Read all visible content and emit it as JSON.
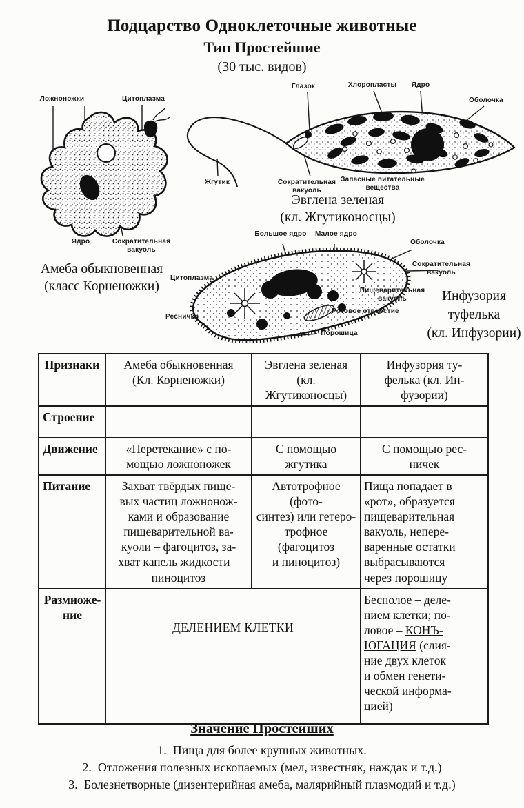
{
  "header": {
    "title": "Подцарство Одноклеточные животные",
    "subtitle": "Тип Простейшие",
    "species_count": "(30 тыс. видов)"
  },
  "diagrams": {
    "amoeba": {
      "labels": {
        "pseudopodia": "Ложноножки",
        "cytoplasm": "Цитоплазма",
        "nucleus": "Ядро",
        "contractile_vacuole": [
          "Сократительная",
          "вакуоль"
        ]
      },
      "caption": [
        "Амеба обыкновенная",
        "(класс Корненожки)"
      ]
    },
    "euglena": {
      "labels": {
        "eyespot": "Глазок",
        "chloroplasts": "Хлоропласты",
        "nucleus": "Ядро",
        "membrane": "Оболочка",
        "flagellum": "Жгутик",
        "contractile_vacuole": [
          "Сократительная",
          "вакуоль"
        ],
        "reserve_nutrients": [
          "Запасные питательные",
          "вещества"
        ]
      },
      "caption": [
        "Эвглена зеленая",
        "(кл. Жгутиконосцы)"
      ]
    },
    "paramecium": {
      "labels": {
        "macronucleus": "Большое ядро",
        "micronucleus": "Малое ядро",
        "membrane": "Оболочка",
        "contractile_vacuole": [
          "Сократительная",
          "вакуоль"
        ],
        "digestive_vacuole": [
          "Пищеварительная",
          "вакуоль"
        ],
        "mouth": "Ротовое отверстие",
        "anal_pore": "Порошица",
        "cytoplasm": "Цитоплазма",
        "cilia": "Реснички"
      },
      "caption": [
        "Инфузория",
        "туфелька",
        "(кл. Инфузории)"
      ]
    }
  },
  "table": {
    "col_headers": {
      "traits": "Признаки",
      "amoeba": [
        "Амеба обыкновенная",
        "(Кл. Корненожки)"
      ],
      "euglena": [
        "Эвглена зеленая (кл.",
        "Жгутиконосцы)"
      ],
      "infusoria": [
        "Инфузория ту-",
        "фелька (кл. Ин-",
        "фузории)"
      ]
    },
    "rows": {
      "structure": {
        "label": "Строение",
        "amoeba": "",
        "euglena": "",
        "infusoria": ""
      },
      "movement": {
        "label": "Движение",
        "amoeba": [
          "«Перетекание» с по-",
          "мощью ложноножек"
        ],
        "euglena": "С помощью жгутика",
        "infusoria": [
          "С помощью рес-",
          "ничек"
        ]
      },
      "nutrition": {
        "label": "Питание",
        "amoeba": [
          "Захват твёрдых пище-",
          "вых частиц ложнонож-",
          "ками и образование",
          "пищеварительной ва-",
          "куоли – фагоцитоз, за-",
          "хват капель жидкости –",
          "пиноцитоз"
        ],
        "euglena": [
          "Автотрофное (фото-",
          "синтез) или гетеро-",
          "трофное (фагоцитоз",
          "и пиноцитоз)"
        ],
        "infusoria": [
          "Пища попадает в",
          "«рот», образуется",
          "пищеварительная",
          "вакуоль, непере-",
          "варенные остатки",
          "выбрасываются",
          "через порошицу"
        ]
      },
      "reproduction": {
        "label": [
          "Размноже-",
          "ние"
        ],
        "shared": "ДЕЛЕНИЕМ КЛЕТКИ",
        "infusoria_before": "Бесполое – деле-\nнием клетки; по-\nловое – ",
        "infusoria_underlined": "КОНЪ-\nЮГАЦИЯ",
        "infusoria_after": " (слия-\nние двух клеток\nи обмен генети-\nческой информа-\nцией)"
      }
    }
  },
  "significance": {
    "title": "Значение Простейших",
    "items": [
      {
        "num": "1.",
        "text": "Пища для более крупных животных."
      },
      {
        "num": "2.",
        "text": "Отложения полезных ископаемых (мел, известняк, наждак и т.д.)"
      },
      {
        "num": "3.",
        "text": "Болезнетворные (дизентерийная амеба, малярийный плазмодий и т.д.)"
      }
    ]
  }
}
